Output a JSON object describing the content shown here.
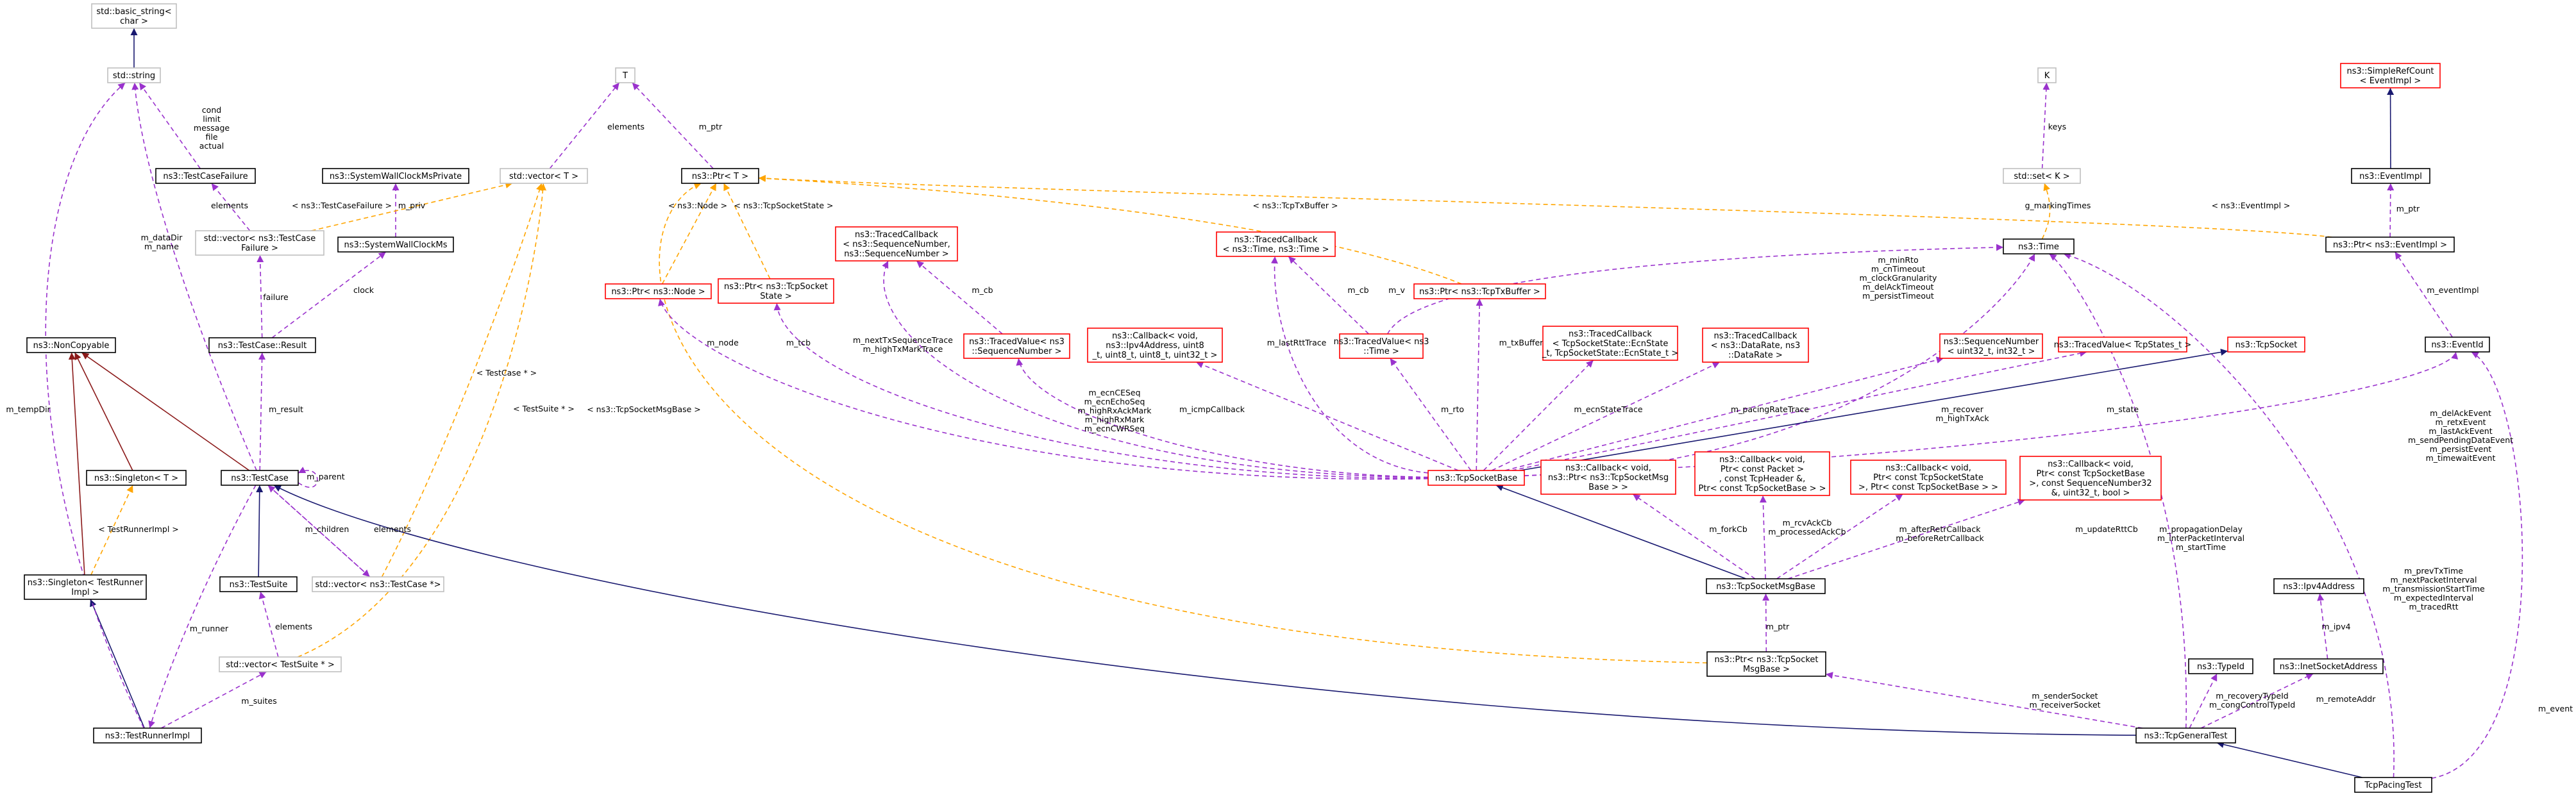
{
  "colors": {
    "inherit": "#191970",
    "private_inherit": "#8b1a1a",
    "usage": "#9a32cd",
    "template": "#ffa500",
    "node_black": "#000000",
    "node_gray": "#bfbfbf",
    "node_red": "#ff0000",
    "node_focus_fill": "#bfbfbf"
  },
  "nodes": [
    {
      "id": "basic_string",
      "lines": [
        "std::basic_string<",
        "char >"
      ],
      "style": "gray"
    },
    {
      "id": "string",
      "lines": [
        "std::string"
      ],
      "style": "gray"
    },
    {
      "id": "TestCaseFailure",
      "lines": [
        "ns3::TestCaseFailure"
      ],
      "style": "black"
    },
    {
      "id": "vec_failure",
      "lines": [
        "std::vector< ns3::TestCase",
        "Failure >"
      ],
      "style": "gray"
    },
    {
      "id": "SystemWallClockMsPrivate",
      "lines": [
        "ns3::SystemWallClockMsPrivate"
      ],
      "style": "black"
    },
    {
      "id": "SystemWallClockMs",
      "lines": [
        "ns3::SystemWallClockMs"
      ],
      "style": "black"
    },
    {
      "id": "vector_T",
      "lines": [
        "std::vector< T >"
      ],
      "style": "gray"
    },
    {
      "id": "T",
      "lines": [
        "T"
      ],
      "style": "gray"
    },
    {
      "id": "Ptr_T",
      "lines": [
        "ns3::Ptr< T >"
      ],
      "style": "black"
    },
    {
      "id": "NonCopyable",
      "lines": [
        "ns3::NonCopyable"
      ],
      "style": "black"
    },
    {
      "id": "TestCaseResult",
      "lines": [
        "ns3::TestCase::Result"
      ],
      "style": "black"
    },
    {
      "id": "Singleton_T",
      "lines": [
        "ns3::Singleton< T >"
      ],
      "style": "black"
    },
    {
      "id": "TestCase",
      "lines": [
        "ns3::TestCase"
      ],
      "style": "black"
    },
    {
      "id": "Singleton_TRI",
      "lines": [
        "ns3::Singleton< TestRunner",
        "Impl >"
      ],
      "style": "black"
    },
    {
      "id": "TestSuite",
      "lines": [
        "ns3::TestSuite"
      ],
      "style": "black"
    },
    {
      "id": "vec_testcase",
      "lines": [
        "std::vector< ns3::TestCase *>"
      ],
      "style": "gray"
    },
    {
      "id": "vec_testsuite",
      "lines": [
        "std::vector< TestSuite * >"
      ],
      "style": "gray"
    },
    {
      "id": "TestRunnerImpl",
      "lines": [
        "ns3::TestRunnerImpl"
      ],
      "style": "black"
    },
    {
      "id": "Ptr_Node",
      "lines": [
        "ns3::Ptr< ns3::Node >"
      ],
      "style": "red"
    },
    {
      "id": "Ptr_TcpSocketState",
      "lines": [
        "ns3::Ptr< ns3::TcpSocket",
        "State >"
      ],
      "style": "red"
    },
    {
      "id": "TracedCallback_SeqNum",
      "lines": [
        "ns3::TracedCallback",
        "< ns3::SequenceNumber,",
        "ns3::SequenceNumber >"
      ],
      "style": "red"
    },
    {
      "id": "TracedValue_SeqNum",
      "lines": [
        "ns3::TracedValue< ns3",
        "::SequenceNumber >"
      ],
      "style": "red"
    },
    {
      "id": "Callback_Ipv4",
      "lines": [
        "ns3::Callback< void,",
        "ns3::Ipv4Address, uint8",
        "_t, uint8_t, uint8_t, uint32_t >"
      ],
      "style": "red"
    },
    {
      "id": "TracedCallback_Time",
      "lines": [
        "ns3::TracedCallback",
        "< ns3::Time, ns3::Time >"
      ],
      "style": "red"
    },
    {
      "id": "TracedValue_Time",
      "lines": [
        "ns3::TracedValue< ns3",
        "::Time >"
      ],
      "style": "red"
    },
    {
      "id": "Ptr_TcpTxBuffer",
      "lines": [
        "ns3::Ptr< ns3::TcpTxBuffer >"
      ],
      "style": "red"
    },
    {
      "id": "TracedCallback_EcnState",
      "lines": [
        "ns3::TracedCallback",
        "< TcpSocketState::EcnState",
        "_t, TcpSocketState::EcnState_t >"
      ],
      "style": "red"
    },
    {
      "id": "TracedCallback_DataRate",
      "lines": [
        "ns3::TracedCallback",
        "< ns3::DataRate, ns3",
        "::DataRate >"
      ],
      "style": "red"
    },
    {
      "id": "K",
      "lines": [
        "K"
      ],
      "style": "gray"
    },
    {
      "id": "set_K",
      "lines": [
        "std::set< K >"
      ],
      "style": "gray"
    },
    {
      "id": "Time",
      "lines": [
        "ns3::Time"
      ],
      "style": "black"
    },
    {
      "id": "SimpleRefCount",
      "lines": [
        "ns3::SimpleRefCount",
        "< EventImpl >"
      ],
      "style": "red"
    },
    {
      "id": "EventImpl",
      "lines": [
        "ns3::EventImpl"
      ],
      "style": "black"
    },
    {
      "id": "Ptr_EventImpl",
      "lines": [
        "ns3::Ptr< ns3::EventImpl >"
      ],
      "style": "black"
    },
    {
      "id": "SequenceNumber32",
      "lines": [
        "ns3::SequenceNumber",
        "< uint32_t, int32_t >"
      ],
      "style": "red"
    },
    {
      "id": "TracedValue_TcpStates",
      "lines": [
        "ns3::TracedValue< TcpStates_t >"
      ],
      "style": "red"
    },
    {
      "id": "TcpSocket",
      "lines": [
        "ns3::TcpSocket"
      ],
      "style": "red"
    },
    {
      "id": "EventId",
      "lines": [
        "ns3::EventId"
      ],
      "style": "black"
    },
    {
      "id": "TcpSocketBase",
      "lines": [
        "ns3::TcpSocketBase"
      ],
      "style": "red"
    },
    {
      "id": "Callback_forkCb",
      "lines": [
        "ns3::Callback< void,",
        "ns3::Ptr< ns3::TcpSocketMsg",
        "Base > >"
      ],
      "style": "red"
    },
    {
      "id": "Callback_rcvAck",
      "lines": [
        "ns3::Callback< void,",
        "Ptr< const Packet >",
        ", const TcpHeader &,",
        "Ptr< const TcpSocketBase > >"
      ],
      "style": "red"
    },
    {
      "id": "Callback_retr",
      "lines": [
        "ns3::Callback< void,",
        "Ptr< const TcpSocketState",
        ">, Ptr< const TcpSocketBase > >"
      ],
      "style": "red"
    },
    {
      "id": "Callback_rtt",
      "lines": [
        "ns3::Callback< void,",
        "Ptr< const TcpSocketBase",
        ">, const SequenceNumber32",
        "&, uint32_t, bool >"
      ],
      "style": "red"
    },
    {
      "id": "TcpSocketMsgBase",
      "lines": [
        "ns3::TcpSocketMsgBase"
      ],
      "style": "black"
    },
    {
      "id": "Ptr_TcpSocketMsgBase",
      "lines": [
        "ns3::Ptr< ns3::TcpSocket",
        "MsgBase >"
      ],
      "style": "black"
    },
    {
      "id": "Ipv4Address",
      "lines": [
        "ns3::Ipv4Address"
      ],
      "style": "black"
    },
    {
      "id": "InetSocketAddress",
      "lines": [
        "ns3::InetSocketAddress"
      ],
      "style": "black"
    },
    {
      "id": "TypeId",
      "lines": [
        "ns3::TypeId"
      ],
      "style": "black"
    },
    {
      "id": "TcpGeneralTest",
      "lines": [
        "ns3::TcpGeneralTest"
      ],
      "style": "black"
    },
    {
      "id": "TcpPacingTest",
      "lines": [
        "TcpPacingTest"
      ],
      "style": "focus"
    }
  ],
  "edges": [
    {
      "from": "string",
      "to": "basic_string",
      "kind": "inherit",
      "label": []
    },
    {
      "from": "TestCaseFailure",
      "to": "string",
      "kind": "usage",
      "label": [
        "cond",
        "limit",
        "message",
        "file",
        "actual"
      ]
    },
    {
      "from": "vec_failure",
      "to": "TestCaseFailure",
      "kind": "usage",
      "label": [
        "elements"
      ]
    },
    {
      "from": "TestCaseResult",
      "to": "vec_failure",
      "kind": "usage",
      "label": [
        "failure"
      ]
    },
    {
      "from": "TestCaseResult",
      "to": "SystemWallClockMs",
      "kind": "usage",
      "label": [
        "clock"
      ]
    },
    {
      "from": "SystemWallClockMs",
      "to": "SystemWallClockMsPrivate",
      "kind": "usage",
      "label": [
        "m_priv"
      ]
    },
    {
      "from": "vec_failure",
      "to": "vector_T",
      "kind": "template",
      "label": [
        "< ns3::TestCaseFailure >"
      ]
    },
    {
      "from": "vector_T",
      "to": "T",
      "kind": "usage",
      "label": [
        "elements"
      ]
    },
    {
      "from": "Ptr_T",
      "to": "T",
      "kind": "usage",
      "label": [
        "m_ptr"
      ]
    },
    {
      "from": "TestCase",
      "to": "TestCaseResult",
      "kind": "usage",
      "label": [
        "m_result"
      ]
    },
    {
      "from": "TestCase",
      "to": "string",
      "kind": "usage",
      "label": [
        "m_dataDir",
        "m_name"
      ]
    },
    {
      "from": "TestCase",
      "to": "NonCopyable",
      "kind": "private_inherit",
      "label": []
    },
    {
      "from": "Singleton_T",
      "to": "NonCopyable",
      "kind": "private_inherit",
      "label": []
    },
    {
      "from": "Singleton_TRI",
      "to": "NonCopyable",
      "kind": "private_inherit",
      "label": []
    },
    {
      "from": "Singleton_TRI",
      "to": "Singleton_T",
      "kind": "template",
      "label": [
        "< TestRunnerImpl >"
      ]
    },
    {
      "from": "TestCase",
      "to": "TestCase",
      "kind": "usage",
      "label": [
        "m_parent"
      ]
    },
    {
      "from": "TestCase",
      "to": "vec_testcase",
      "kind": "usage",
      "label": [
        "m_children"
      ]
    },
    {
      "from": "vec_testcase",
      "to": "TestCase",
      "kind": "usage",
      "label": [
        "elements"
      ]
    },
    {
      "from": "vec_testcase",
      "to": "vector_T",
      "kind": "template",
      "label": [
        "< TestCase * >"
      ]
    },
    {
      "from": "TestSuite",
      "to": "TestCase",
      "kind": "inherit",
      "label": []
    },
    {
      "from": "vec_testsuite",
      "to": "TestSuite",
      "kind": "usage",
      "label": [
        "elements"
      ]
    },
    {
      "from": "vec_testsuite",
      "to": "vector_T",
      "kind": "template",
      "label": [
        "< TestSuite * >"
      ]
    },
    {
      "from": "TestRunnerImpl",
      "to": "Singleton_TRI",
      "kind": "inherit",
      "label": []
    },
    {
      "from": "TestRunnerImpl",
      "to": "vec_testsuite",
      "kind": "usage",
      "label": [
        "m_suites"
      ]
    },
    {
      "from": "TestCase",
      "to": "TestRunnerImpl",
      "kind": "usage",
      "label": [
        "m_runner"
      ]
    },
    {
      "from": "TestRunnerImpl",
      "to": "string",
      "kind": "usage",
      "label": [
        "m_tempDir"
      ]
    },
    {
      "from": "Ptr_Node",
      "to": "Ptr_T",
      "kind": "template",
      "label": [
        "< ns3::Node >"
      ]
    },
    {
      "from": "Ptr_TcpSocketState",
      "to": "Ptr_T",
      "kind": "template",
      "label": [
        "< ns3::TcpSocketState >"
      ]
    },
    {
      "from": "Ptr_TcpTxBuffer",
      "to": "Ptr_T",
      "kind": "template",
      "label": [
        "< ns3::TcpTxBuffer >"
      ]
    },
    {
      "from": "Ptr_EventImpl",
      "to": "Ptr_T",
      "kind": "template",
      "label": [
        "< ns3::EventImpl >"
      ]
    },
    {
      "from": "Ptr_TcpSocketMsgBase",
      "to": "Ptr_T",
      "kind": "template",
      "label": [
        "< ns3::TcpSocketMsgBase >"
      ]
    },
    {
      "from": "TracedValue_SeqNum",
      "to": "TracedCallback_SeqNum",
      "kind": "usage",
      "label": [
        "m_cb"
      ]
    },
    {
      "from": "TracedValue_Time",
      "to": "TracedCallback_Time",
      "kind": "usage",
      "label": [
        "m_cb"
      ]
    },
    {
      "from": "TracedValue_Time",
      "to": "Time",
      "kind": "usage",
      "label": [
        "m_v"
      ]
    },
    {
      "from": "set_K",
      "to": "K",
      "kind": "usage",
      "label": [
        "keys"
      ]
    },
    {
      "from": "Time",
      "to": "set_K",
      "kind": "template",
      "label": [
        "g_markingTimes"
      ]
    },
    {
      "from": "EventImpl",
      "to": "SimpleRefCount",
      "kind": "inherit",
      "label": []
    },
    {
      "from": "Ptr_EventImpl",
      "to": "EventImpl",
      "kind": "usage",
      "label": [
        "m_ptr"
      ]
    },
    {
      "from": "EventId",
      "to": "Ptr_EventImpl",
      "kind": "usage",
      "label": [
        "m_eventImpl"
      ]
    },
    {
      "from": "TcpSocketBase",
      "to": "Ptr_Node",
      "kind": "usage",
      "label": [
        "m_node"
      ]
    },
    {
      "from": "TcpSocketBase",
      "to": "Ptr_TcpSocketState",
      "kind": "usage",
      "label": [
        "m_tcb"
      ]
    },
    {
      "from": "TcpSocketBase",
      "to": "TracedCallback_SeqNum",
      "kind": "usage",
      "label": [
        "m_nextTxSequenceTrace",
        "m_highTxMarkTrace"
      ]
    },
    {
      "from": "TcpSocketBase",
      "to": "TracedValue_SeqNum",
      "kind": "usage",
      "label": [
        "m_ecnCESeq",
        "m_ecnEchoSeq",
        "m_highRxAckMark",
        "m_highRxMark",
        "m_ecnCWRSeq"
      ]
    },
    {
      "from": "TcpSocketBase",
      "to": "Callback_Ipv4",
      "kind": "usage",
      "label": [
        "m_icmpCallback"
      ]
    },
    {
      "from": "TcpSocketBase",
      "to": "TracedCallback_Time",
      "kind": "usage",
      "label": [
        "m_lastRttTrace"
      ]
    },
    {
      "from": "TcpSocketBase",
      "to": "TracedValue_Time",
      "kind": "usage",
      "label": [
        "m_rto"
      ]
    },
    {
      "from": "TcpSocketBase",
      "to": "Ptr_TcpTxBuffer",
      "kind": "usage",
      "label": [
        "m_txBuffer"
      ]
    },
    {
      "from": "TcpSocketBase",
      "to": "TracedCallback_EcnState",
      "kind": "usage",
      "label": [
        "m_ecnStateTrace"
      ]
    },
    {
      "from": "TcpSocketBase",
      "to": "TracedCallback_DataRate",
      "kind": "usage",
      "label": [
        "m_pacingRateTrace"
      ]
    },
    {
      "from": "TcpSocketBase",
      "to": "Time",
      "kind": "usage",
      "label": [
        "m_minRto",
        "m_cnTimeout",
        "m_clockGranularity",
        "m_delAckTimeout",
        "m_persistTimeout"
      ]
    },
    {
      "from": "TcpSocketBase",
      "to": "SequenceNumber32",
      "kind": "usage",
      "label": [
        "m_recover",
        "m_highTxAck"
      ]
    },
    {
      "from": "TcpSocketBase",
      "to": "TracedValue_TcpStates",
      "kind": "usage",
      "label": [
        "m_state"
      ]
    },
    {
      "from": "TcpSocketBase",
      "to": "TcpSocket",
      "kind": "inherit",
      "label": []
    },
    {
      "from": "TcpSocketBase",
      "to": "EventId",
      "kind": "usage",
      "label": [
        "m_delAckEvent",
        "m_retxEvent",
        "m_lastAckEvent",
        "m_sendPendingDataEvent",
        "m_persistEvent",
        "m_timewaitEvent"
      ]
    },
    {
      "from": "TcpSocketMsgBase",
      "to": "TcpSocketBase",
      "kind": "inherit",
      "label": []
    },
    {
      "from": "TcpSocketMsgBase",
      "to": "Callback_forkCb",
      "kind": "usage",
      "label": [
        "m_forkCb"
      ]
    },
    {
      "from": "TcpSocketMsgBase",
      "to": "Callback_rcvAck",
      "kind": "usage",
      "label": [
        "m_rcvAckCb",
        "m_processedAckCb"
      ]
    },
    {
      "from": "TcpSocketMsgBase",
      "to": "Callback_retr",
      "kind": "usage",
      "label": [
        "m_afterRetrCallback",
        "m_beforeRetrCallback"
      ]
    },
    {
      "from": "TcpSocketMsgBase",
      "to": "Callback_rtt",
      "kind": "usage",
      "label": [
        "m_updateRttCb"
      ]
    },
    {
      "from": "Ptr_TcpSocketMsgBase",
      "to": "TcpSocketMsgBase",
      "kind": "usage",
      "label": [
        "m_ptr"
      ]
    },
    {
      "from": "InetSocketAddress",
      "to": "Ipv4Address",
      "kind": "usage",
      "label": [
        "m_ipv4"
      ]
    },
    {
      "from": "TcpGeneralTest",
      "to": "TestCase",
      "kind": "inherit",
      "label": []
    },
    {
      "from": "TcpGeneralTest",
      "to": "Ptr_TcpSocketMsgBase",
      "kind": "usage",
      "label": [
        "m_senderSocket",
        "m_receiverSocket"
      ]
    },
    {
      "from": "TcpGeneralTest",
      "to": "TypeId",
      "kind": "usage",
      "label": [
        "m_recoveryTypeId",
        "m_congControlTypeId"
      ]
    },
    {
      "from": "TcpGeneralTest",
      "to": "InetSocketAddress",
      "kind": "usage",
      "label": [
        "m_remoteAddr"
      ]
    },
    {
      "from": "TcpGeneralTest",
      "to": "Time",
      "kind": "usage",
      "label": [
        "m_propagationDelay",
        "m_interPacketInterval",
        "m_startTime"
      ]
    },
    {
      "from": "TcpPacingTest",
      "to": "TcpGeneralTest",
      "kind": "inherit",
      "label": []
    },
    {
      "from": "TcpPacingTest",
      "to": "Time",
      "kind": "usage",
      "label": [
        "m_prevTxTime",
        "m_nextPacketInterval",
        "m_transmissionStartTime",
        "m_expectedInterval",
        "m_tracedRtt"
      ]
    },
    {
      "from": "TcpPacingTest",
      "to": "EventId",
      "kind": "usage",
      "label": [
        "m_event"
      ]
    }
  ]
}
